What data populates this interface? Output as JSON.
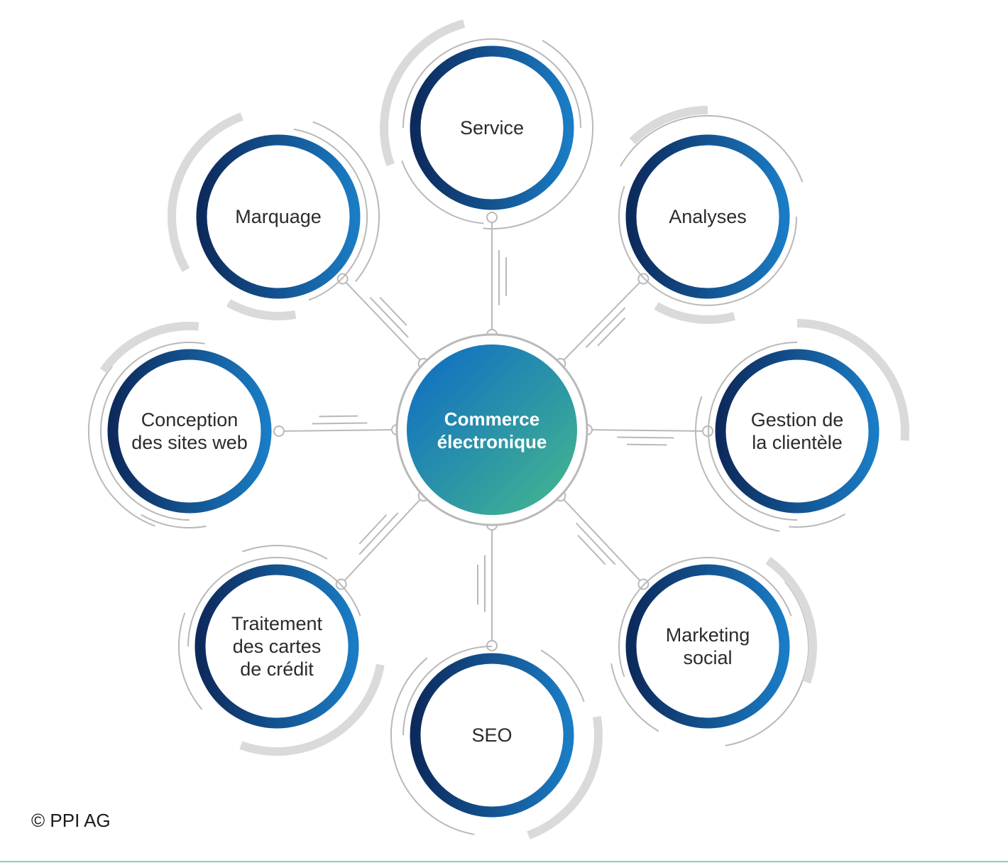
{
  "diagram": {
    "center": {
      "lines": [
        "Commerce",
        "électronique"
      ]
    },
    "nodes": [
      {
        "id": "service",
        "lines": [
          "Service"
        ]
      },
      {
        "id": "analyses",
        "lines": [
          "Analyses"
        ]
      },
      {
        "id": "gestion",
        "lines": [
          "Gestion de",
          "la clientèle"
        ]
      },
      {
        "id": "marketing",
        "lines": [
          "Marketing",
          "social"
        ]
      },
      {
        "id": "seo",
        "lines": [
          "SEO"
        ]
      },
      {
        "id": "traitement",
        "lines": [
          "Traitement",
          "des cartes",
          "de crédit"
        ]
      },
      {
        "id": "conception",
        "lines": [
          "Conception",
          "des sites web"
        ]
      },
      {
        "id": "marquage",
        "lines": [
          "Marquage"
        ]
      }
    ]
  },
  "colors": {
    "ring_dark": "#0d2a5c",
    "ring_light": "#1a7cc4",
    "center_start": "#1272c0",
    "center_end": "#46b98c",
    "line": "#b9b9b9",
    "arc_light": "#dadada"
  },
  "footer": {
    "copyright": "© PPI AG"
  }
}
